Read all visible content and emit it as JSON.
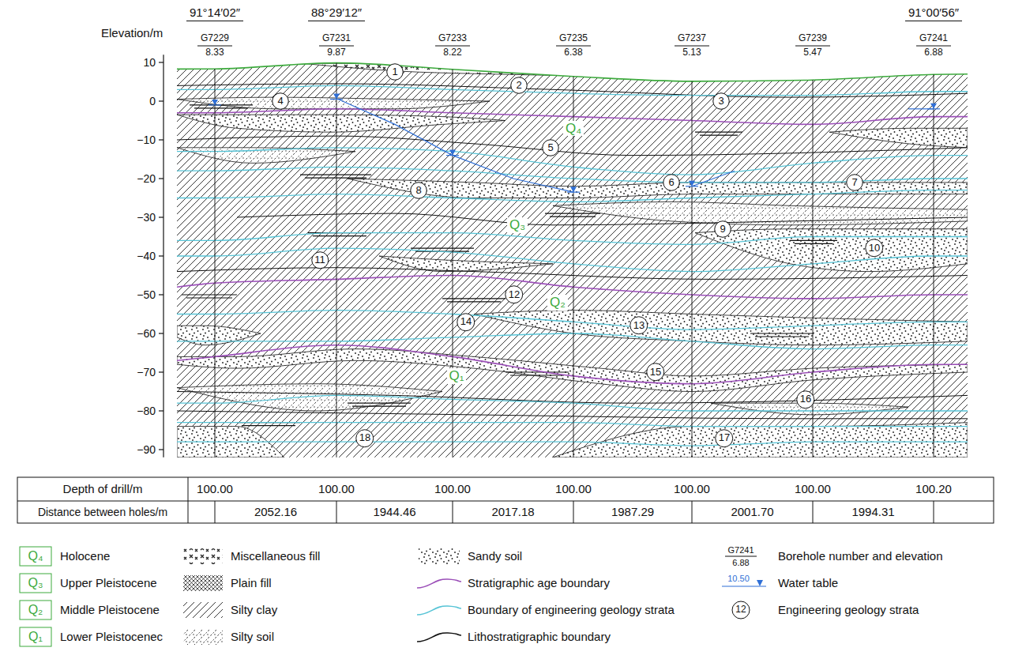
{
  "diagram": {
    "nodes": [
      {
        "text": [
          "1"
        ]
      },
      {
        "text": [
          "2"
        ]
      },
      {
        "text": [
          "3"
        ]
      },
      {
        "text": [
          "4"
        ]
      },
      {
        "text": [
          "5"
        ]
      },
      {
        "text": [
          "6"
        ]
      },
      {
        "text": [
          "7"
        ]
      },
      {
        "text": [
          "8"
        ]
      },
      {
        "text": [
          "9"
        ]
      },
      {
        "text": [
          "10"
        ]
      },
      {
        "text": [
          "11"
        ]
      },
      {
        "text": [
          "12"
        ]
      },
      {
        "text": [
          "13"
        ]
      },
      {
        "text": [
          "14"
        ]
      },
      {
        "text": [
          "15"
        ]
      },
      {
        "text": [
          "16"
        ]
      },
      {
        "text": [
          "17"
        ]
      },
      {
        "text": [
          "18"
        ]
      }
    ],
    "labels": [
      "Elevation/m",
      "91°14′02″",
      "88°29′12″",
      "91°00′56″",
      "G7229",
      "8.33",
      "G7231",
      "9.87",
      "G7233",
      "8.22",
      "G7235",
      "6.38",
      "G7237",
      "5.13",
      "G7239",
      "5.47",
      "G7241",
      "6.88",
      "10",
      "0",
      "−10",
      "−20",
      "−30",
      "−40",
      "−50",
      "−60",
      "−70",
      "−80",
      "−90",
      "Q₄",
      "Q₃",
      "Q₂",
      "Q₁",
      "Depth of drill/m",
      "100.00",
      "100.00",
      "100.00",
      "100.00",
      "100.00",
      "100.00",
      "100.20",
      "Distance between holes/m",
      "2052.16",
      "1944.46",
      "2017.18",
      "1987.29",
      "2001.70",
      "1994.31",
      "Q₄",
      "Q₃",
      "Q₂",
      "Q₁",
      "G7241",
      "6.88",
      "10.50",
      "12"
    ],
    "legend": [
      {
        "text": "Holocene"
      },
      {
        "text": "Upper Pleistocene"
      },
      {
        "text": "Middle Pleistocene"
      },
      {
        "text": "Lower Pleistocenec"
      },
      {
        "text": "Miscellaneous fill"
      },
      {
        "text": "Plain fill"
      },
      {
        "text": "Silty clay"
      },
      {
        "text": "Silty soil"
      },
      {
        "text": "Sandy soil"
      },
      {
        "text": "Stratigraphic age boundary"
      },
      {
        "text": "Boundary of engineering geology strata"
      },
      {
        "text": "Lithostratigraphic boundary"
      },
      {
        "text": "Borehole number and elevation"
      },
      {
        "text": "Water table"
      },
      {
        "text": "Engineering geology strata"
      }
    ]
  }
}
